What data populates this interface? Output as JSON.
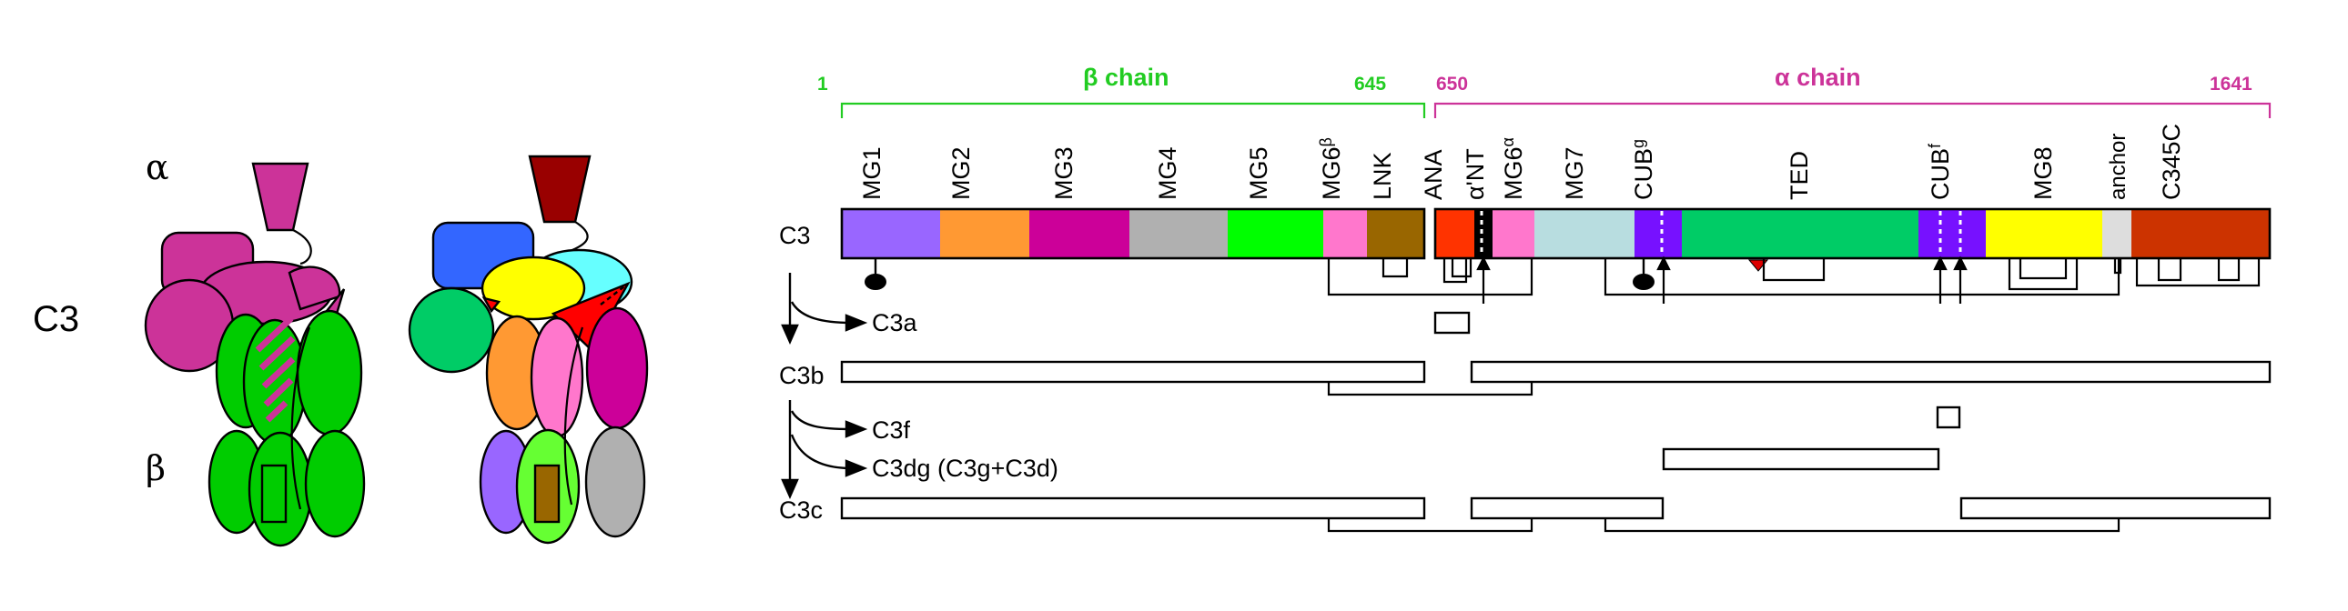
{
  "left": {
    "protein_label": "C3",
    "alpha_label": "α",
    "beta_label": "β"
  },
  "header": {
    "beta_chain": "β chain",
    "alpha_chain": "α chain",
    "beta_start": "1",
    "beta_end": "645",
    "alpha_start": "650",
    "alpha_end": "1641"
  },
  "domains": [
    {
      "id": "mg1",
      "label": "MG1",
      "color": "#9966ff"
    },
    {
      "id": "mg2",
      "label": "MG2",
      "color": "#ff9933"
    },
    {
      "id": "mg3",
      "label": "MG3",
      "color": "#cc0099"
    },
    {
      "id": "mg4",
      "label": "MG4",
      "color": "#b0b0b0"
    },
    {
      "id": "mg5",
      "label": "MG5",
      "color": "#00ff00"
    },
    {
      "id": "mg6b",
      "label": "MG6",
      "sup": "β",
      "color": "#ff77cc"
    },
    {
      "id": "lnk",
      "label": "LNK",
      "color": "#996600"
    },
    {
      "id": "ana",
      "label": "ANA",
      "color": "#ff3300"
    },
    {
      "id": "alphant",
      "label": "α'NT",
      "color": "#000000"
    },
    {
      "id": "mg6a",
      "label": "MG6",
      "sup": "α",
      "color": "#ff77cc"
    },
    {
      "id": "mg7",
      "label": "MG7",
      "color": "#b8dde0"
    },
    {
      "id": "cubg",
      "label": "CUB",
      "sup": "g",
      "color": "#7711ff"
    },
    {
      "id": "ted",
      "label": "TED",
      "color": "#00cc66"
    },
    {
      "id": "cubf",
      "label": "CUB",
      "sup": "f",
      "color": "#7711ff"
    },
    {
      "id": "mg8",
      "label": "MG8",
      "color": "#ffff00"
    },
    {
      "id": "anchor",
      "label": "anchor",
      "color": "#dddddd"
    },
    {
      "id": "c345c",
      "label": "C345C",
      "color": "#cc3300"
    }
  ],
  "rows": {
    "c3": "C3",
    "c3a": "C3a",
    "c3b": "C3b",
    "c3f": "C3f",
    "c3dg": "C3dg (C3g+C3d)",
    "c3c": "C3c"
  }
}
